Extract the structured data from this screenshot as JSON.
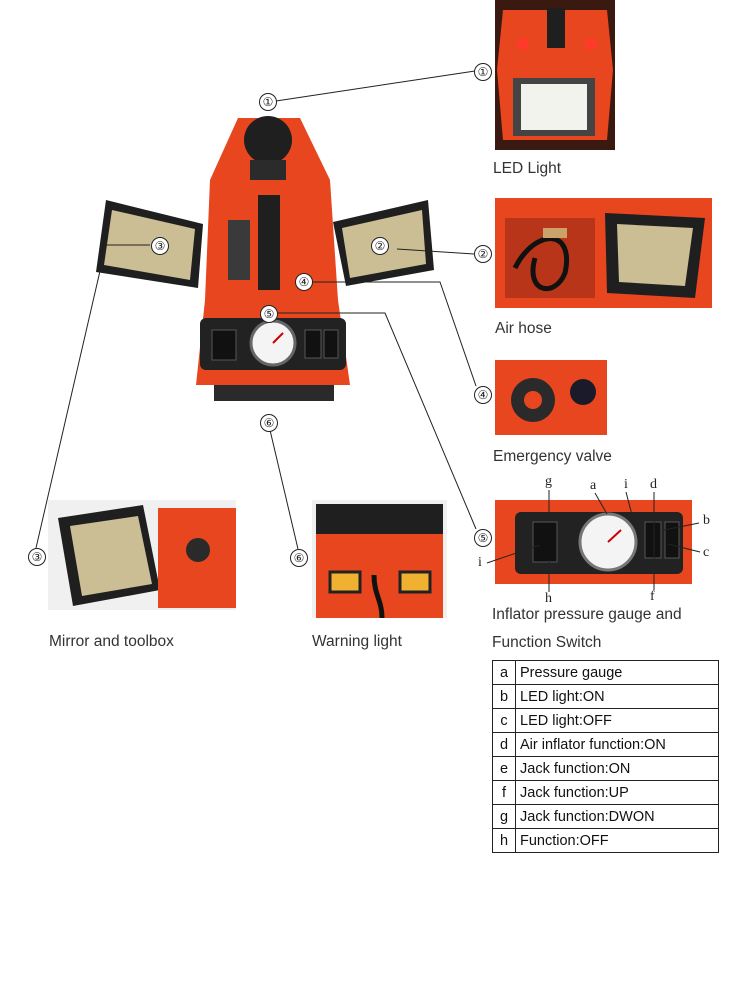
{
  "colors": {
    "body": "#e8461e",
    "dark": "#1f1f1f",
    "mirror": "#cbbd94",
    "lamp": "#f3f3ee",
    "amber": "#f0b030"
  },
  "markers": {
    "m1_main": "①",
    "m1_side": "①",
    "m2_main": "②",
    "m2_side": "②",
    "m3_main": "③",
    "m3_side": "③",
    "m4_main": "④",
    "m4_side": "④",
    "m5_main": "⑤",
    "m5_side": "⑤",
    "m6_main": "⑥",
    "m6_side": "⑥"
  },
  "captions": {
    "led_light": "LED Light",
    "air_hose": "Air hose",
    "emergency_valve": "Emergency valve",
    "gauge_line1": "Inflator pressure gauge and",
    "gauge_line2": "Function Switch",
    "mirror_toolbox": "Mirror and toolbox",
    "warning_light": "Warning light"
  },
  "gauge_letters": {
    "g": "g",
    "a": "a",
    "i_top": "i",
    "d": "d",
    "b": "b",
    "c": "c",
    "i_left": "i",
    "h": "h",
    "f": "f"
  },
  "legend": [
    {
      "key": "a",
      "text": "Pressure gauge"
    },
    {
      "key": "b",
      "text": "LED light:ON"
    },
    {
      "key": "c",
      "text": "LED light:OFF"
    },
    {
      "key": "d",
      "text": "Air inflator function:ON"
    },
    {
      "key": "e",
      "text": "Jack function:ON"
    },
    {
      "key": "f",
      "text": "Jack function:UP"
    },
    {
      "key": "g",
      "text": "Jack function:DWON"
    },
    {
      "key": "h",
      "text": "Function:OFF"
    }
  ]
}
